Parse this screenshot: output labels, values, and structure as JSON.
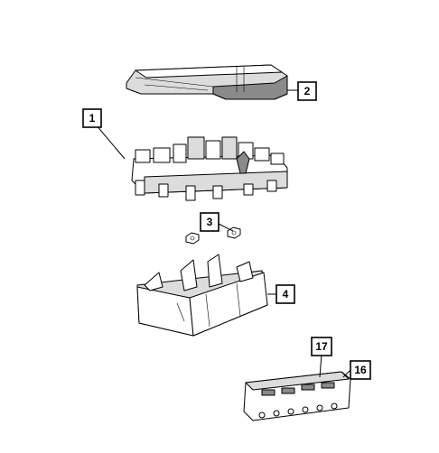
{
  "callouts": [
    {
      "id": "cover",
      "label": "2"
    },
    {
      "id": "fuse-box",
      "label": "1"
    },
    {
      "id": "nuts",
      "label": "3"
    },
    {
      "id": "tray",
      "label": "4"
    },
    {
      "id": "fuse-strip",
      "label": "17"
    },
    {
      "id": "fuse-holder",
      "label": "16"
    }
  ]
}
